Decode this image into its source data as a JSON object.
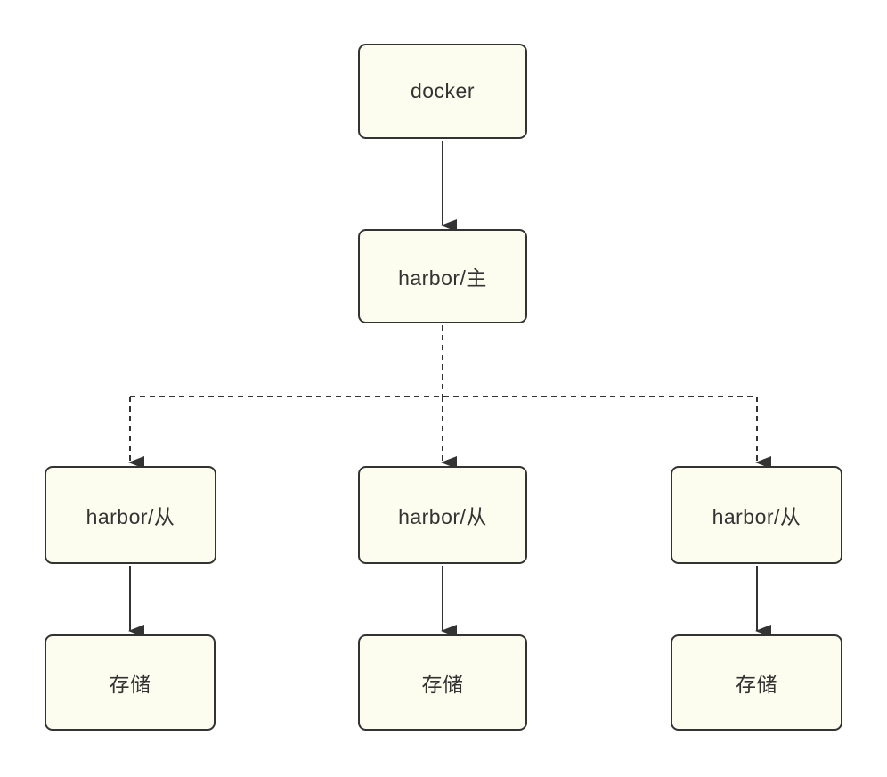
{
  "diagram": {
    "type": "flowchart",
    "colors": {
      "node_fill": "#FDFDEF",
      "node_border": "#333333",
      "text": "#333333",
      "edge": "#333333",
      "background": "#ffffff"
    },
    "nodes": [
      {
        "id": "docker",
        "label": "docker"
      },
      {
        "id": "harbor-master",
        "label": "harbor/主"
      },
      {
        "id": "harbor-slave-1",
        "label": "harbor/从"
      },
      {
        "id": "harbor-slave-2",
        "label": "harbor/从"
      },
      {
        "id": "harbor-slave-3",
        "label": "harbor/从"
      },
      {
        "id": "storage-1",
        "label": "存储"
      },
      {
        "id": "storage-2",
        "label": "存储"
      },
      {
        "id": "storage-3",
        "label": "存储"
      }
    ],
    "edges": [
      {
        "from": "docker",
        "to": "harbor-master",
        "style": "solid-arrow"
      },
      {
        "from": "harbor-master",
        "to": "harbor-slave-1",
        "style": "dashed-arrow"
      },
      {
        "from": "harbor-master",
        "to": "harbor-slave-2",
        "style": "dashed-arrow"
      },
      {
        "from": "harbor-master",
        "to": "harbor-slave-3",
        "style": "dashed-arrow"
      },
      {
        "from": "harbor-slave-1",
        "to": "storage-1",
        "style": "solid-arrow"
      },
      {
        "from": "harbor-slave-2",
        "to": "storage-2",
        "style": "solid-arrow"
      },
      {
        "from": "harbor-slave-3",
        "to": "storage-3",
        "style": "solid-arrow"
      }
    ]
  }
}
